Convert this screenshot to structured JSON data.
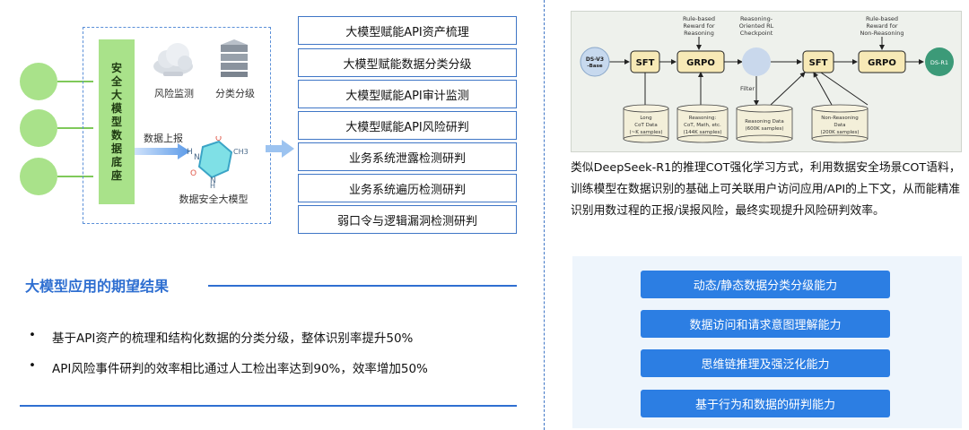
{
  "left": {
    "data_base_label": "安全大模型数据底座",
    "risk_monitor_label": "风险监测",
    "classify_label": "分类分级",
    "report_label": "数据上报",
    "llm_label": "数据安全大模型",
    "molecule_labels": [
      "H",
      "N",
      "O",
      "CH3",
      "O",
      "N",
      "H"
    ],
    "items": [
      "大模型赋能API资产梳理",
      "大模型赋能数据分类分级",
      "大模型赋能API审计监测",
      "大模型赋能API风险研判",
      "业务系统泄露检测研判",
      "业务系统遍历检测研判",
      "弱口令与逻辑漏洞检测研判"
    ]
  },
  "results": {
    "title": "大模型应用的期望结果",
    "bullets": [
      "基于API资产的梳理和结构化数据的分类分级，整体识别率提升50%",
      "API风险事件研判的效率相比通过人工检出率达到90%，效率增加50%"
    ]
  },
  "flow": {
    "ds_v3": "DS-V3",
    "ds_v3_sub": "-Base",
    "sft1": "SFT",
    "grpo1": "GRPO",
    "sft2": "SFT",
    "grpo2": "GRPO",
    "ds_r1": "DS-R1",
    "label_rule1": [
      "Rule-based",
      "Reward for",
      "Reasoning"
    ],
    "label_rl": [
      "Reasoning-",
      "Oriented RL",
      "Checkpoint"
    ],
    "label_rule2": [
      "Rule-based",
      "Reward for",
      "Non-Reasoning"
    ],
    "filter": "Filter",
    "db1": [
      "Long",
      "CoT Data",
      "(~K samples)"
    ],
    "db2": [
      "Reasoning:",
      "CoT, Math, etc.",
      "(144K samples)"
    ],
    "db3": [
      "Reasoning Data",
      "(600K samples)"
    ],
    "db4": [
      "Non-Reasoning",
      "Data",
      "(200K samples)"
    ]
  },
  "description": "类似DeepSeek-R1的推理COT强化学习方式，利用数据安全场景COT语料，训练模型在数据识别的基础上可关联用户访问应用/API的上下文，从而能精准识别用数过程的正报/误报风险，最终实现提升风险研判效率。",
  "capabilities": [
    "动态/静态数据分类分级能力",
    "数据访问和请求意图理解能力",
    "思维链推理及强泛化能力",
    "基于行为和数据的研判能力"
  ],
  "colors": {
    "accent": "#2f6fd1",
    "green": "#a9e28a",
    "button": "#2c7ee3"
  }
}
